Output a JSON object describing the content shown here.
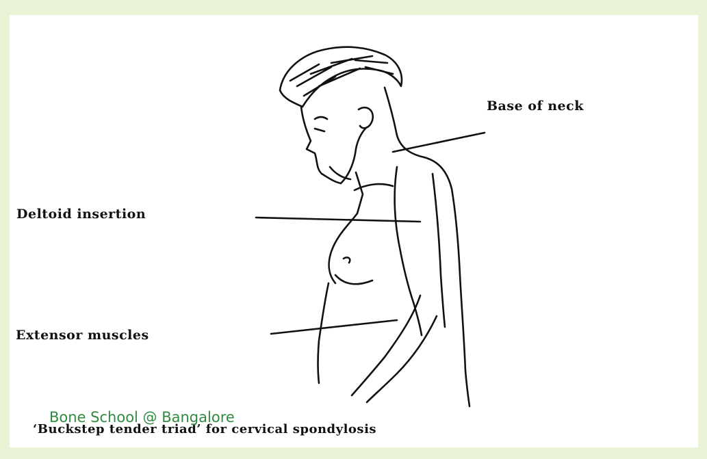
{
  "labels": {
    "base_of_neck": "Base of neck",
    "deltoid_insertion": "Deltoid insertion",
    "extensor_muscles": "Extensor muscles"
  },
  "caption": "‘Buckstep tender triad’ for cervical spondylosis",
  "watermark": "Bone School @ Bangalore",
  "colors": {
    "page_background": "#e8f3d6",
    "watermark": "#2f8a3f",
    "ink": "#111111"
  }
}
